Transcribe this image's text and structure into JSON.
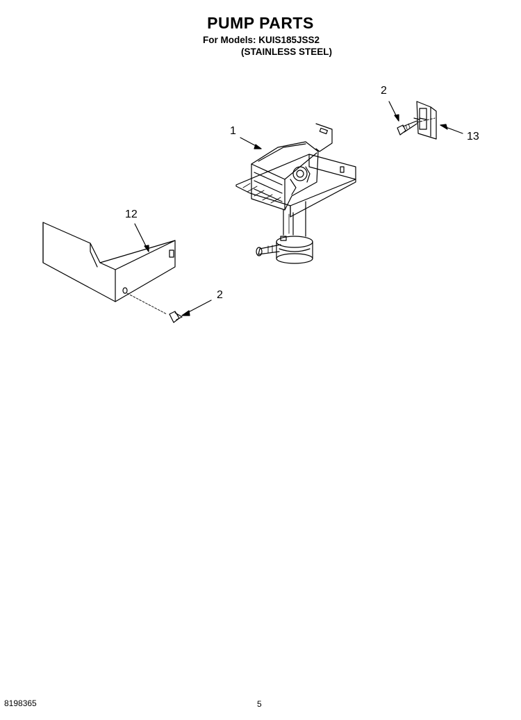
{
  "header": {
    "title": "PUMP PARTS",
    "models": "For Models: KUIS185JSS2",
    "variant": "(STAINLESS STEEL)"
  },
  "callouts": {
    "pump": "1",
    "screw_top": "2",
    "bracket": "13",
    "shield": "12",
    "screw_bottom": "2"
  },
  "footer": {
    "part_number": "8198365",
    "page": "5"
  }
}
